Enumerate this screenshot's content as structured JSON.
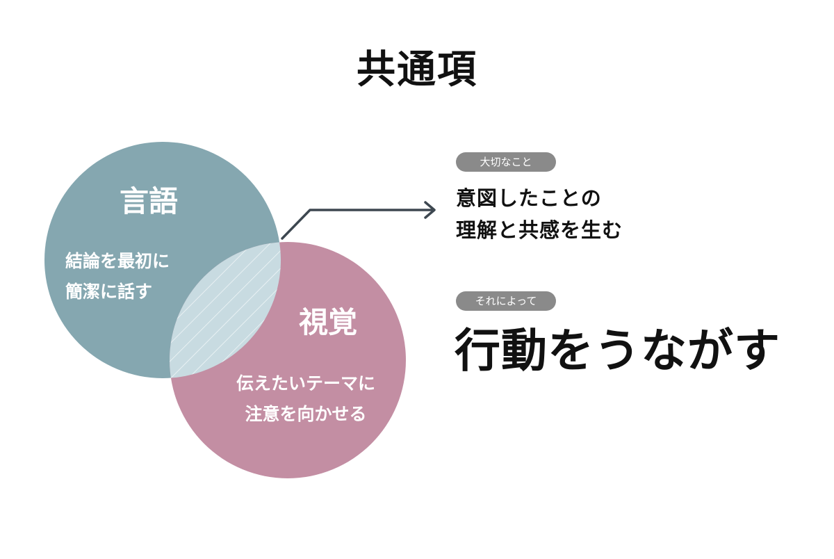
{
  "title": "共通項",
  "colors": {
    "language_circle": "#85a7b0",
    "visual_circle": "#c38ea3",
    "overlap": "#c8dbe1",
    "arrow": "#3d4750",
    "pill": "#8a8a8a"
  },
  "circles": {
    "language": {
      "title": "言語",
      "desc_lines": [
        "結論を最初に",
        "簡潔に話す"
      ]
    },
    "visual": {
      "title": "視覚",
      "desc_lines": [
        "伝えたいテーマに",
        "注意を向かせる"
      ]
    }
  },
  "right_panel": {
    "point_tag": "大切なこと",
    "point_lines": [
      "意図したことの",
      "理解と共感を生む"
    ],
    "result_tag": "それによって",
    "result": "行動をうながす"
  },
  "icons": {
    "overlap_arrow": "arrow-right-icon"
  }
}
